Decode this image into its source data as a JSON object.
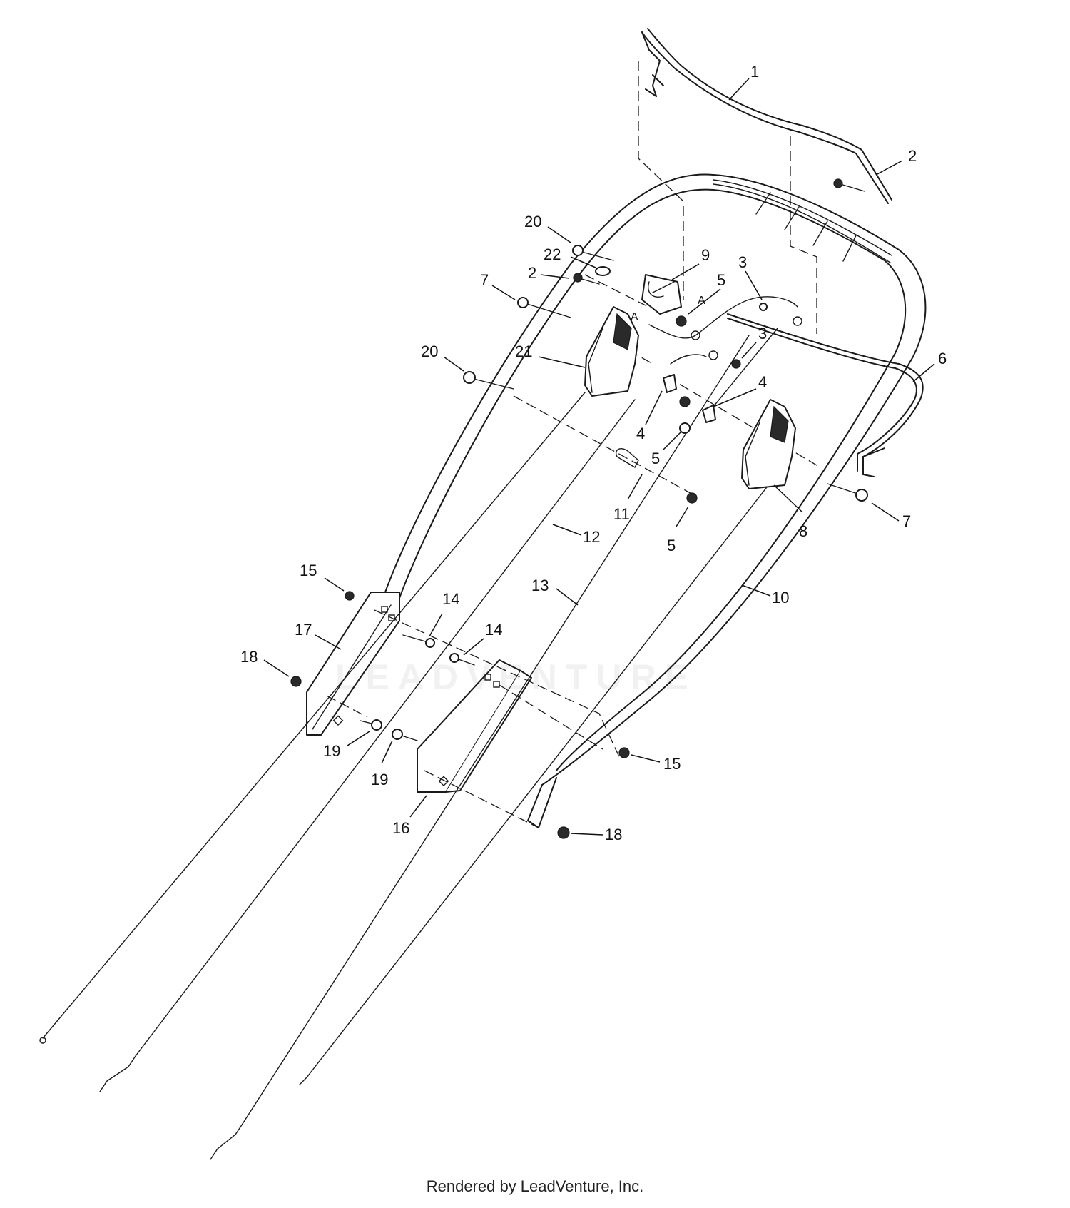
{
  "callouts": [
    {
      "label": "1"
    },
    {
      "label": "2"
    },
    {
      "label": "20"
    },
    {
      "label": "22"
    },
    {
      "label": "2"
    },
    {
      "label": "9"
    },
    {
      "label": "3"
    },
    {
      "label": "7"
    },
    {
      "label": "5"
    },
    {
      "label": "20"
    },
    {
      "label": "21"
    },
    {
      "label": "3"
    },
    {
      "label": "6"
    },
    {
      "label": "4"
    },
    {
      "label": "4"
    },
    {
      "label": "5"
    },
    {
      "label": "11"
    },
    {
      "label": "12"
    },
    {
      "label": "5"
    },
    {
      "label": "8"
    },
    {
      "label": "7"
    },
    {
      "label": "15"
    },
    {
      "label": "14"
    },
    {
      "label": "13"
    },
    {
      "label": "10"
    },
    {
      "label": "17"
    },
    {
      "label": "14"
    },
    {
      "label": "18"
    },
    {
      "label": "19"
    },
    {
      "label": "19"
    },
    {
      "label": "15"
    },
    {
      "label": "16"
    },
    {
      "label": "18"
    }
  ],
  "assembly_letters": [
    "A",
    "A"
  ],
  "watermark": "LEADVENTURE",
  "footer": "Rendered by LeadVenture, Inc.",
  "colors": {
    "line": "#1a1a1a",
    "background": "#ffffff"
  }
}
